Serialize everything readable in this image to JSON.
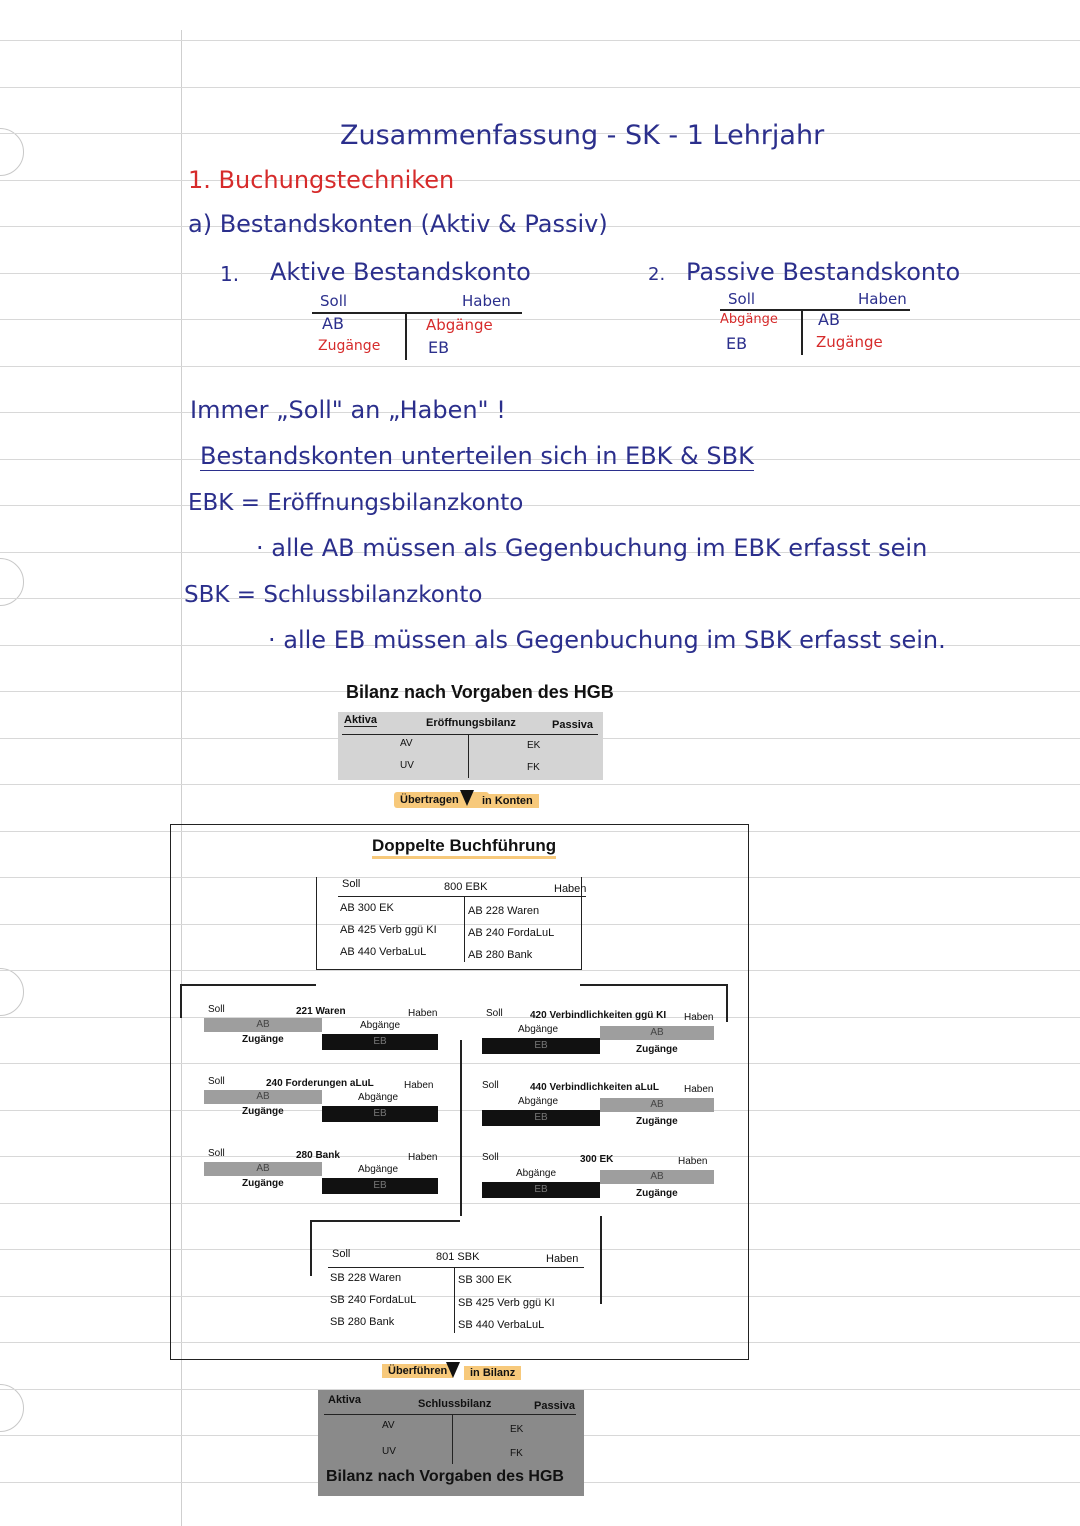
{
  "heading": {
    "title": "Zusammenfassung - SK - 1 Lehrjahr"
  },
  "section1": {
    "title": "1. Buchungstechniken",
    "sub_a": "a) Bestandskonten (Aktiv & Passiv)"
  },
  "aktiv": {
    "num": "1.",
    "title": "Aktive Bestandskonto",
    "soll": "Soll",
    "haben": "Haben",
    "left": [
      "AB",
      "Zugänge"
    ],
    "right": [
      "Abgänge",
      "EB"
    ]
  },
  "passiv": {
    "num": "2.",
    "title": "Passive Bestandskonto",
    "soll": "Soll",
    "haben": "Haben",
    "left": [
      "Abgänge",
      "EB"
    ],
    "right": [
      "AB",
      "Zugänge"
    ]
  },
  "notes": {
    "rule": "Immer „Soll\" an „Haben\" !",
    "split": "Bestandskonten unterteilen sich in EBK & SBK",
    "ebk": "EBK = Eröffnungsbilanzkonto",
    "ebk_point": "· alle AB müssen als Gegenbuchung im EBK erfasst sein",
    "sbk": "SBK = Schlussbilanzkonto",
    "sbk_point": "· alle EB müssen als Gegenbuchung im SBK erfasst sein."
  },
  "diagram": {
    "top": {
      "title": "Bilanz nach Vorgaben des HGB",
      "aktiva": "Aktiva",
      "center": "Eröffnungsbilanz",
      "passiva": "Passiva",
      "left": [
        "AV",
        "UV"
      ],
      "right": [
        "EK",
        "FK"
      ]
    },
    "transfer": {
      "a": "Übertragen",
      "b": "in Konten"
    },
    "main_title": "Doppelte Buchführung",
    "ebk": {
      "soll": "Soll",
      "name": "800 EBK",
      "haben": "Haben",
      "left": [
        "AB 300 EK",
        "AB 425 Verb ggü KI",
        "AB 440 VerbaLuL"
      ],
      "right": [
        "AB 228 Waren",
        "AB 240 FordaLuL",
        "AB 280 Bank"
      ]
    },
    "accounts_left": [
      {
        "soll": "Soll",
        "name": "221 Waren",
        "haben": "Haben",
        "ab": "AB",
        "zu": "Zugänge",
        "ab2": "Abgänge",
        "eb": "EB"
      },
      {
        "soll": "Soll",
        "name": "240 Forderungen aLuL",
        "haben": "Haben",
        "ab": "AB",
        "zu": "Zugänge",
        "ab2": "Abgänge",
        "eb": "EB"
      },
      {
        "soll": "Soll",
        "name": "280 Bank",
        "haben": "Haben",
        "ab": "AB",
        "zu": "Zugänge",
        "ab2": "Abgänge",
        "eb": "EB"
      }
    ],
    "accounts_right": [
      {
        "soll": "Soll",
        "name": "420 Verbindlichkeiten ggü KI",
        "haben": "Haben",
        "ab2": "Abgänge",
        "eb": "EB",
        "ab": "AB",
        "zu": "Zugänge"
      },
      {
        "soll": "Soll",
        "name": "440 Verbindlichkeiten aLuL",
        "haben": "Haben",
        "ab2": "Abgänge",
        "eb": "EB",
        "ab": "AB",
        "zu": "Zugänge"
      },
      {
        "soll": "Soll",
        "name": "300 EK",
        "haben": "Haben",
        "ab2": "Abgänge",
        "eb": "EB",
        "ab": "AB",
        "zu": "Zugänge"
      }
    ],
    "sbk": {
      "soll": "Soll",
      "name": "801 SBK",
      "haben": "Haben",
      "left": [
        "SB 228 Waren",
        "SB 240 FordaLuL",
        "SB 280 Bank"
      ],
      "right": [
        "SB 300 EK",
        "SB 425 Verb ggü KI",
        "SB 440 VerbaLuL"
      ]
    },
    "transfer2": {
      "a": "Überführen",
      "b": "in Bilanz"
    },
    "bottom": {
      "aktiva": "Aktiva",
      "center": "Schlussbilanz",
      "passiva": "Passiva",
      "left": [
        "AV",
        "UV"
      ],
      "right": [
        "EK",
        "FK"
      ],
      "title": "Bilanz nach Vorgaben des HGB"
    }
  }
}
